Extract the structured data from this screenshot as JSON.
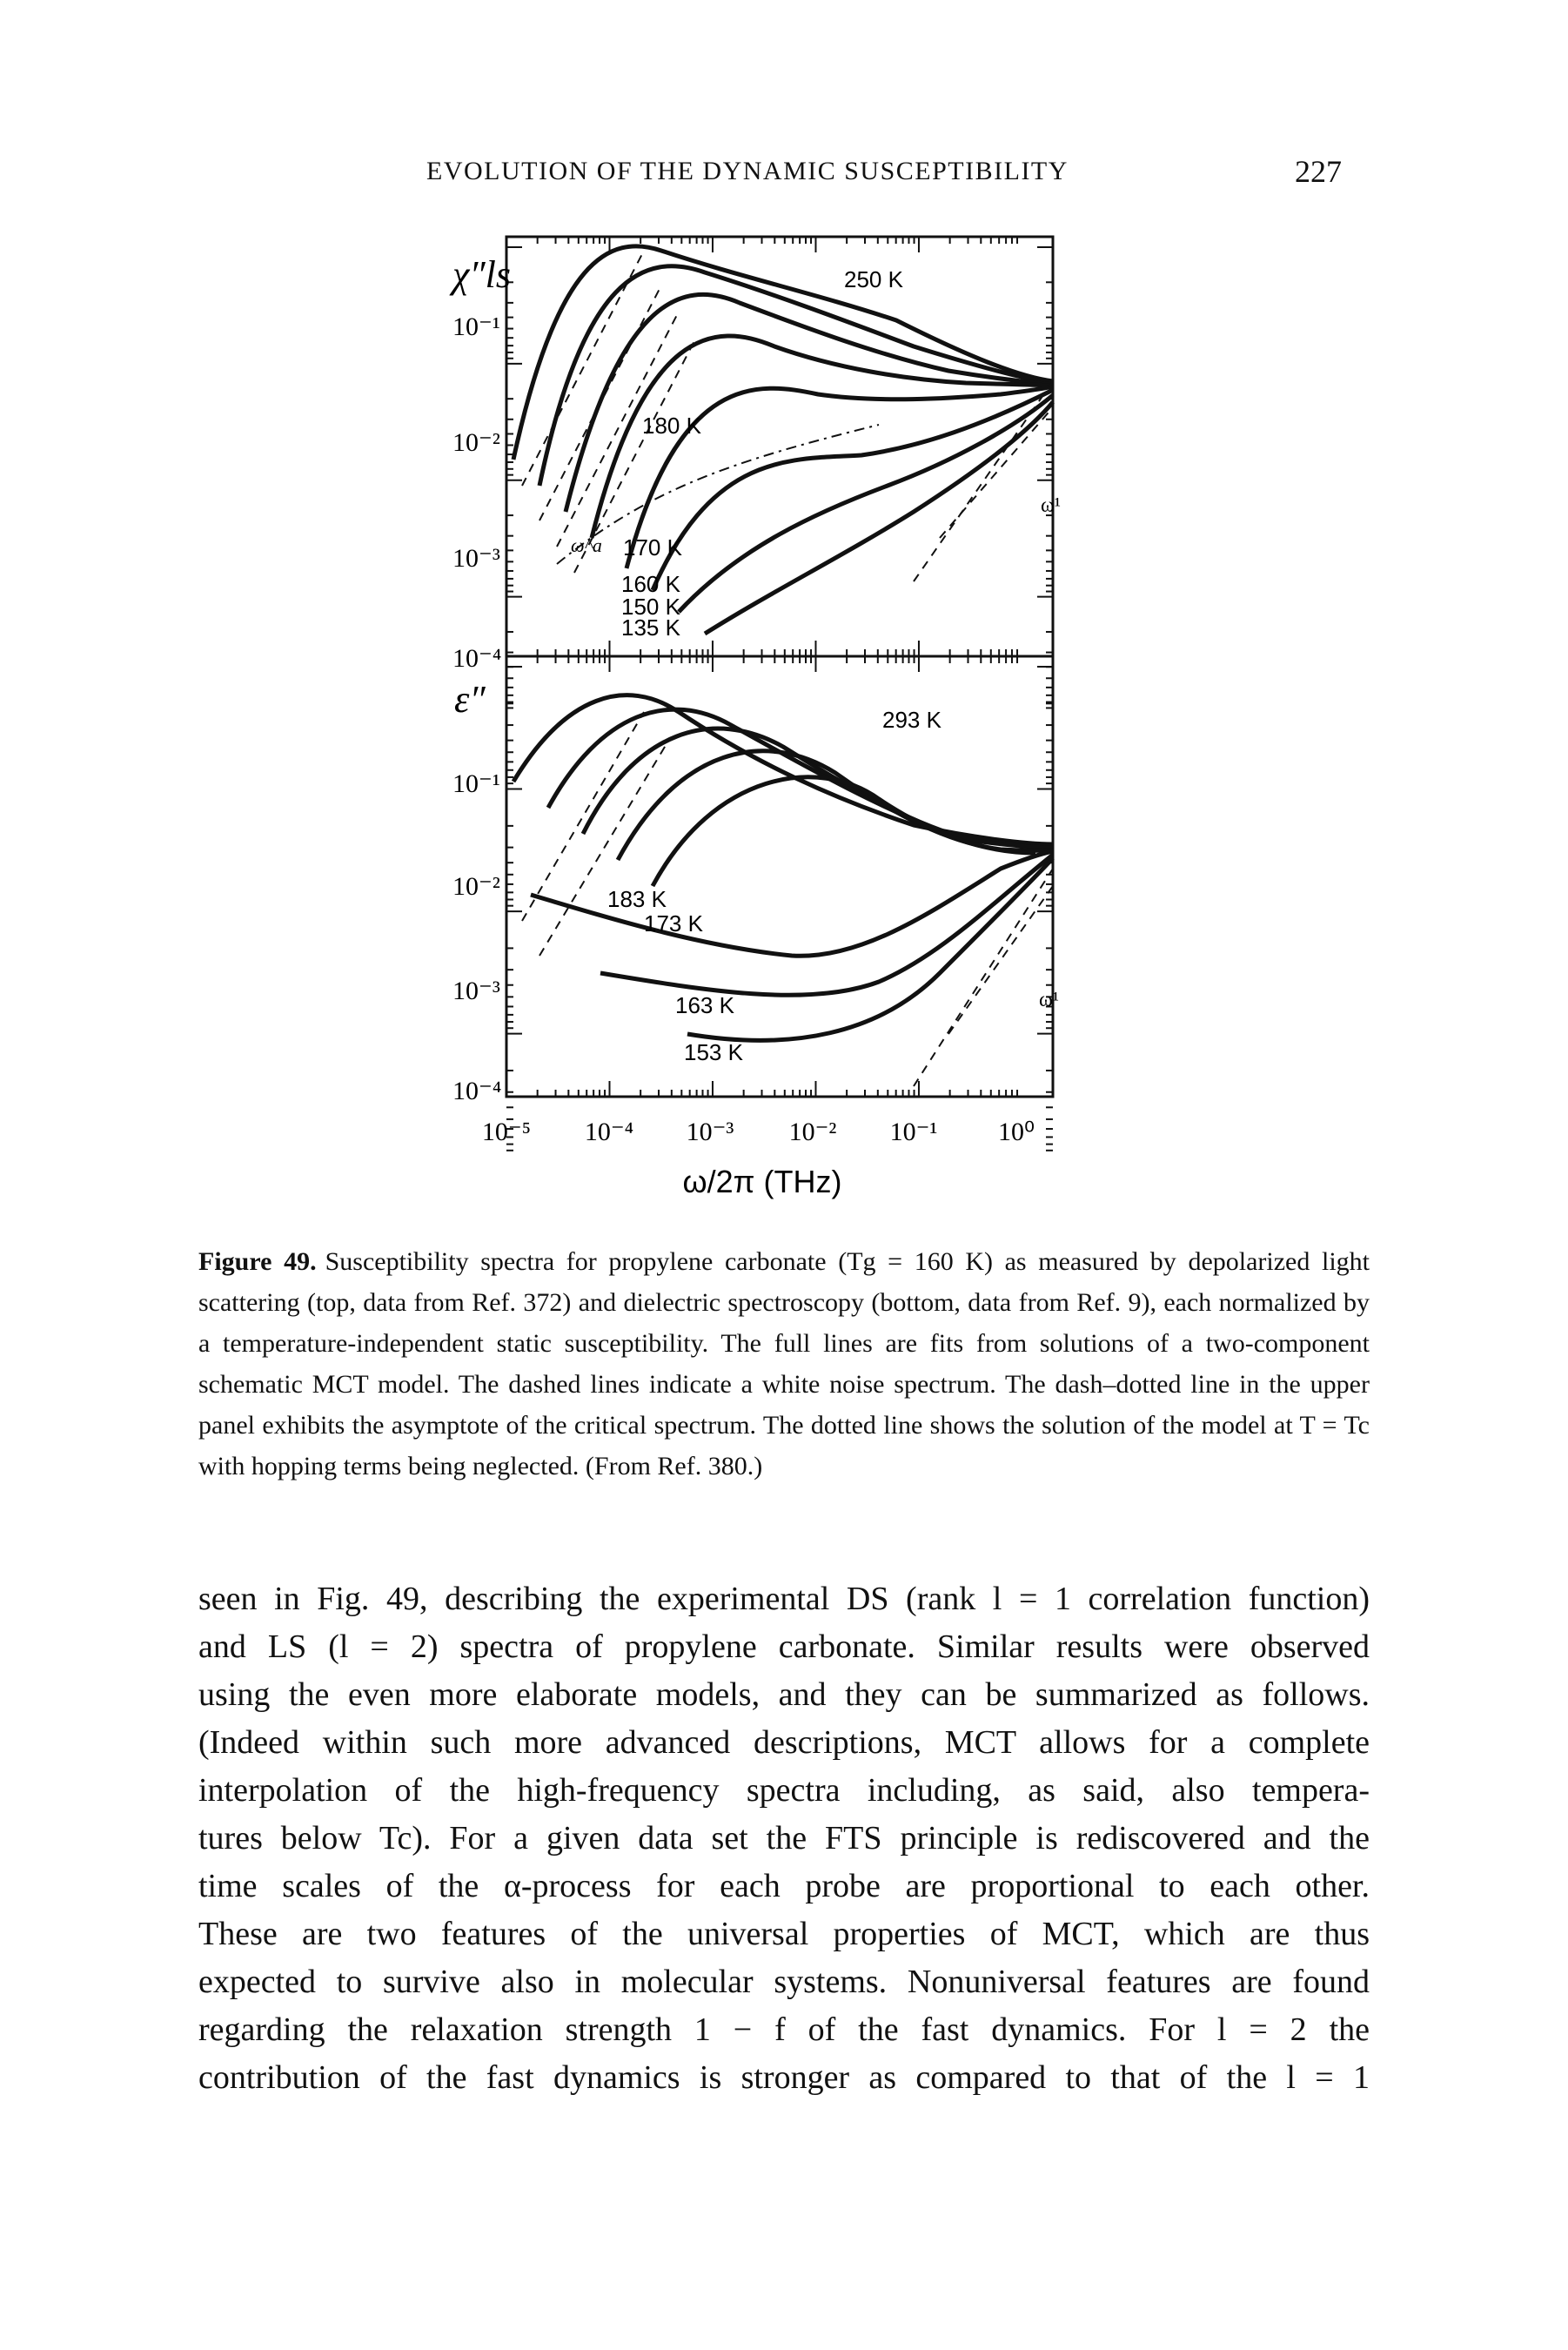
{
  "header": {
    "running_title": "EVOLUTION OF THE DYNAMIC SUSCEPTIBILITY",
    "page_number": "227"
  },
  "figure": {
    "top_panel": {
      "ylabel": "χ″ls",
      "yticks": [
        "10⁻¹",
        "10⁻²",
        "10⁻³",
        "10⁻⁴"
      ],
      "curve_labels": [
        "250 K",
        "180 K",
        "170 K",
        "160 K",
        "150 K",
        "135 K"
      ],
      "annotations": [
        "ω^a",
        "ω¹"
      ]
    },
    "bottom_panel": {
      "ylabel": "ε″",
      "yticks": [
        "10⁻¹",
        "10⁻²",
        "10⁻³",
        "10⁻⁴"
      ],
      "curve_labels": [
        "293 K",
        "183 K",
        "173 K",
        "163 K",
        "153 K"
      ],
      "annotations": [
        "ω¹"
      ]
    },
    "xticks": [
      "10⁻⁵",
      "10⁻⁴",
      "10⁻³",
      "10⁻²",
      "10⁻¹",
      "10⁰"
    ],
    "xlabel": "ω/2π (THz)"
  },
  "caption": {
    "label": "Figure 49.",
    "text": "Susceptibility spectra for propylene carbonate (Tg = 160 K) as measured by depolarized light scattering (top, data from Ref. 372) and dielectric spectroscopy (bottom, data from Ref. 9), each normalized by a temperature-independent static susceptibility. The full lines are fits from solutions of a two-component schematic MCT model. The dashed lines indicate a white noise spectrum. The dash–dotted line in the upper panel exhibits the asymptote of the critical spectrum. The dotted line shows the solution of the model at T = Tc with hopping terms being neglected. (From Ref. 380.)"
  },
  "body": {
    "lines": [
      "seen in Fig. 49, describing the experimental DS (rank l = 1 correlation function)",
      "and LS (l = 2) spectra of propylene carbonate. Similar results were observed",
      "using the even more elaborate models, and they can be summarized as follows.",
      "(Indeed within such more advanced descriptions, MCT allows for a complete",
      "interpolation of the high-frequency spectra including, as said, also tempera-",
      "tures below Tc). For a given data set the FTS principle is rediscovered and the",
      "time scales of the α-process for each probe are proportional to each other.",
      "These are two features of the universal properties of MCT, which are thus",
      "expected to survive also in molecular systems. Nonuniversal features are found",
      "regarding the relaxation strength 1 − f of the fast dynamics. For l = 2 the",
      "contribution of the fast dynamics is stronger as compared to that of the l = 1"
    ]
  }
}
